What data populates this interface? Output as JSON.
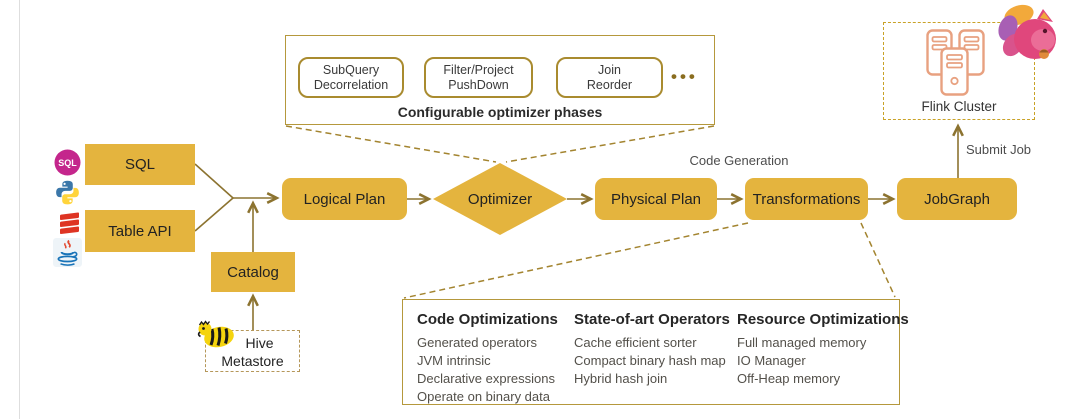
{
  "colors": {
    "node_fill": "#E4B43E",
    "connector": "#8C7330",
    "dashed_connector": "#A3842F",
    "panel_border": "#B5983C",
    "phase_border": "#A98B2F",
    "cluster_dash": "#C9A227",
    "server_icon": "#E8A180",
    "text_dark": "#222222",
    "text_gray": "#53504a"
  },
  "sources": {
    "sql_box": "SQL",
    "table_api_box": "Table API",
    "catalog_box": "Catalog",
    "hive_line1": "Hive",
    "hive_line2": "Metastore"
  },
  "phases_panel": {
    "caption": "Configurable optimizer phases",
    "ellipsis": "•••",
    "phases": [
      {
        "line1": "SubQuery",
        "line2": "Decorrelation"
      },
      {
        "line1": "Filter/Project",
        "line2": "PushDown"
      },
      {
        "line1": "Join",
        "line2": "Reorder"
      }
    ]
  },
  "pipeline": {
    "logical_plan": "Logical Plan",
    "optimizer": "Optimizer",
    "physical_plan": "Physical Plan",
    "transformations": "Transformations",
    "jobgraph": "JobGraph",
    "code_generation": "Code Generation",
    "submit_job": "Submit Job"
  },
  "cluster": {
    "label": "Flink Cluster"
  },
  "optimizations": {
    "columns": [
      {
        "title": "Code Optimizations",
        "items": [
          "Generated operators",
          "JVM intrinsic",
          "Declarative expressions",
          "Operate on binary data"
        ]
      },
      {
        "title": "State-of-art Operators",
        "items": [
          "Cache efficient sorter",
          "Compact binary hash map",
          "Hybrid hash join"
        ]
      },
      {
        "title": "Resource Optimizations",
        "items": [
          "Full managed memory",
          "IO Manager",
          "Off-Heap memory"
        ]
      }
    ]
  },
  "icons": {
    "sql_badge": "SQL"
  }
}
